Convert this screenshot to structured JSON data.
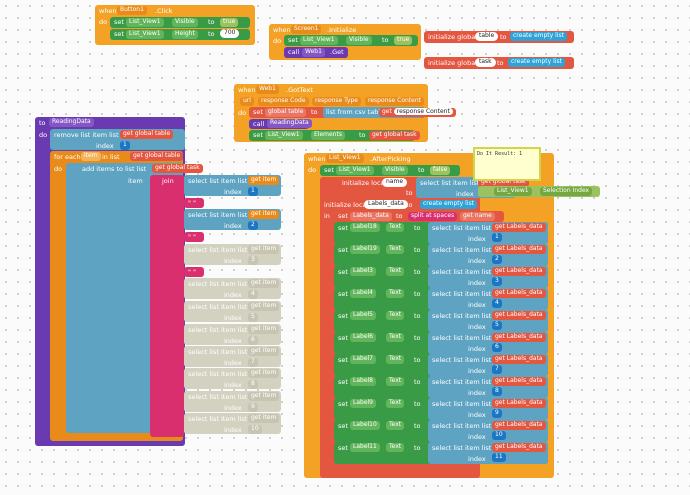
{
  "button1_click": {
    "when": "when",
    "component": "Button1",
    "event": ".Click",
    "do": "do",
    "set": "set",
    "to": "to",
    "row1": {
      "comp": "List_View1",
      "prop": "Visible",
      "value": "true"
    },
    "row2": {
      "comp": "List_View1",
      "prop": "Height",
      "value": "700"
    }
  },
  "screen1_init": {
    "when": "when",
    "component": "Screen1",
    "event": ".Initialize",
    "do": "do",
    "set": "set",
    "to": "to",
    "call": "call",
    "row1": {
      "comp": "List_View1",
      "prop": "Visible",
      "value": "true"
    },
    "row2": {
      "comp": "Web1",
      "method": ".Get"
    }
  },
  "globals": [
    {
      "init": "initialize global",
      "name": "table",
      "to": "to",
      "value": "create empty list"
    },
    {
      "init": "initialize global",
      "name": "task",
      "to": "to",
      "value": "create empty list"
    }
  ],
  "web_gottext": {
    "when": "when",
    "component": "Web1",
    "event": ".GotText",
    "params": [
      "url",
      "response Code",
      "response Type",
      "response Content"
    ],
    "do": "do",
    "set": "set",
    "to": "to",
    "table_var": "global table",
    "list_from_csv": "list from csv table  text",
    "get": "get",
    "response_content": "response Content",
    "call": "call",
    "readingdata": "ReadingData",
    "elements_comp": "List_View1",
    "elements_prop": "Elements",
    "global_task": "global task"
  },
  "reading_data": {
    "to": "to",
    "name": "ReadingData",
    "do": "do",
    "remove_item": "remove list item  list",
    "get": "get",
    "global_table": "global table",
    "index": "index",
    "index_value": "1",
    "for_each": "for each",
    "item": "item",
    "in_list": "in list",
    "add_items": "add items to list  list",
    "global_task": "global task",
    "join": "join",
    "item_label": "item",
    "select_item": "select list item  list",
    "sep": "\" \"",
    "indices": [
      "1",
      "2",
      "3",
      "4",
      "5",
      "6",
      "7",
      "8",
      "9",
      "10"
    ]
  },
  "after_picking": {
    "when": "when",
    "component": "List_View1",
    "event": ".AfterPicking",
    "do": "do",
    "set": "set",
    "to": "to",
    "visible_comp": "List_View1",
    "visible_prop": "Visible",
    "visible_value": "false",
    "init_local": "initialize local",
    "name_var": "name",
    "select_item": "select list item  list",
    "get": "get",
    "global_task": "global task",
    "index": "index",
    "sel_comp": "List_View1",
    "sel_prop": "Selection Index",
    "labels_var": "Labels_data",
    "create_empty": "create empty list",
    "in": "in",
    "split": "split at spaces",
    "rows": [
      {
        "label": "Label18",
        "prop": "Text",
        "index": "1"
      },
      {
        "label": "Label19",
        "prop": "Text",
        "index": "2"
      },
      {
        "label": "Label3",
        "prop": "Text",
        "index": "3"
      },
      {
        "label": "Label4",
        "prop": "Text",
        "index": "4"
      },
      {
        "label": "Label5",
        "prop": "Text",
        "index": "5"
      },
      {
        "label": "Label6",
        "prop": "Text",
        "index": "6"
      },
      {
        "label": "Label7",
        "prop": "Text",
        "index": "7"
      },
      {
        "label": "Label8",
        "prop": "Text",
        "index": "8"
      },
      {
        "label": "Label9",
        "prop": "Text",
        "index": "9"
      },
      {
        "label": "Label10",
        "prop": "Text",
        "index": "10"
      },
      {
        "label": "Label11",
        "prop": "Text",
        "index": "11"
      }
    ]
  },
  "comment": {
    "text": "Do It Result: 1"
  },
  "colors": {
    "event": "#f3a226",
    "setter": "#3a9b47",
    "list": "#5ea3c2",
    "procedure": "#6a3ab0",
    "variable": "#e35640",
    "text": "#d92f6e",
    "empty_list": "#2fa3d8"
  }
}
